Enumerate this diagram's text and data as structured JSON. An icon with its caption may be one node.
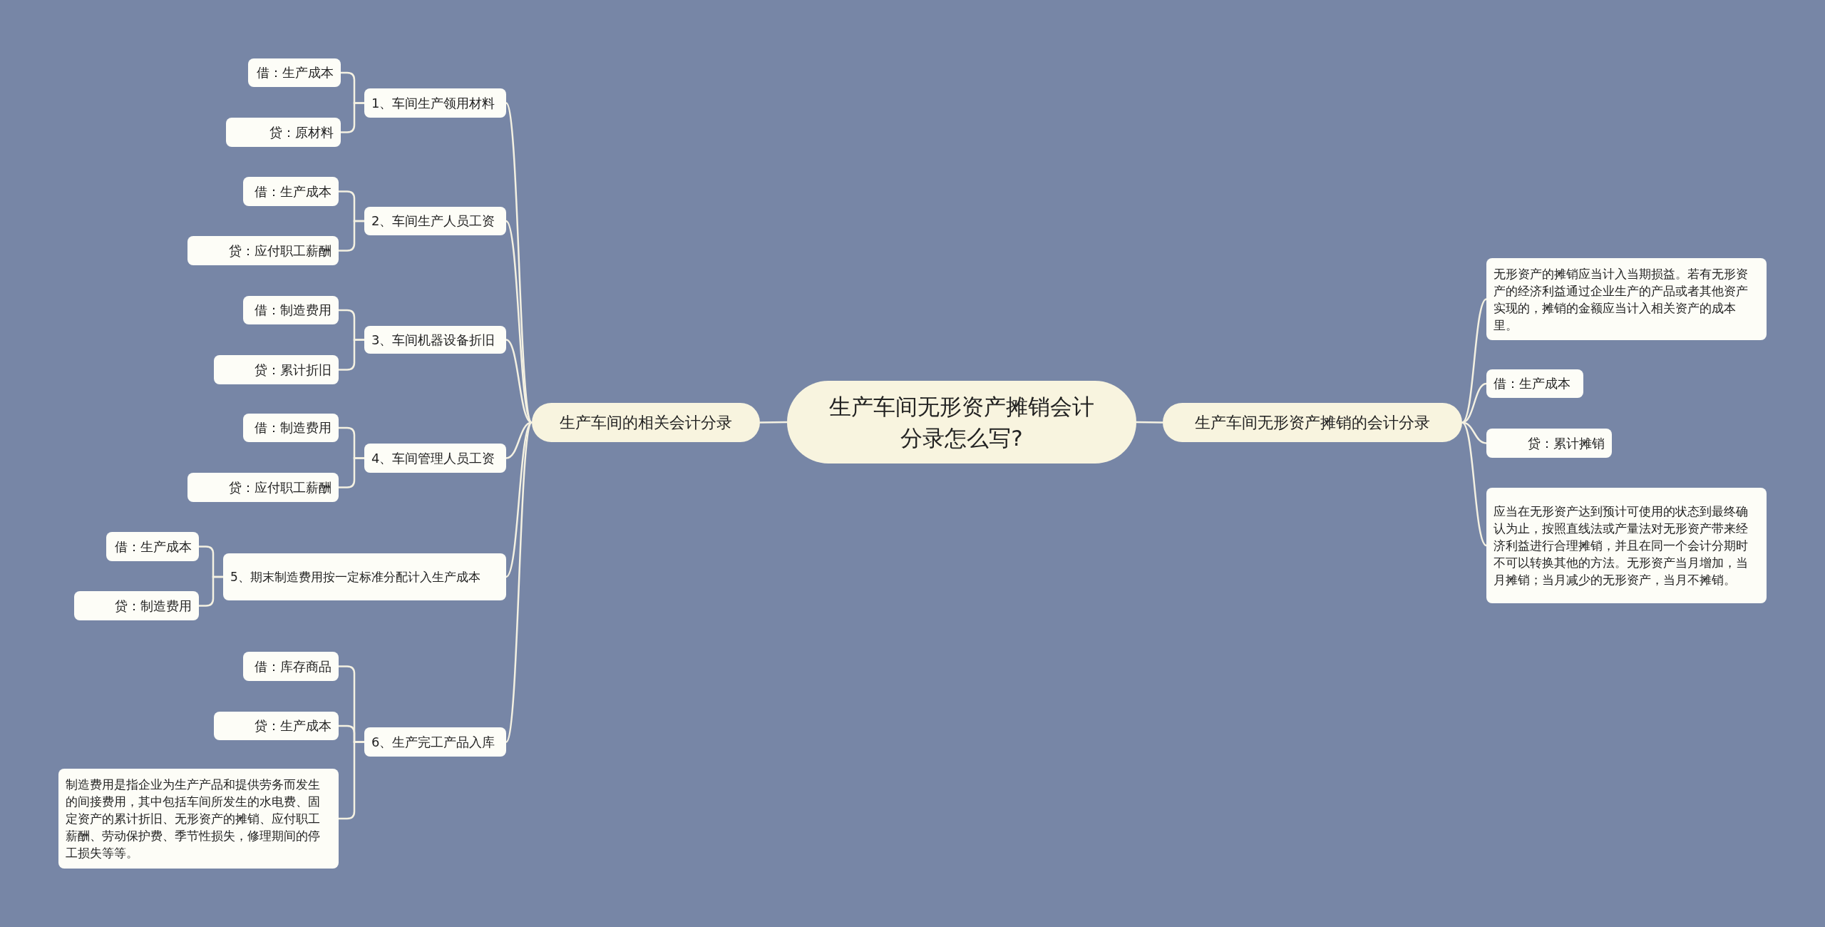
{
  "diagram": {
    "nodes": [
      {
        "text": [
          "生产车间无形资产摊销会计分录怎么写?"
        ]
      },
      {
        "text": [
          "生产车间的相关会计分录"
        ]
      },
      {
        "text": [
          "1、车间生产领用材料"
        ]
      },
      {
        "text": [
          "借：生产成本"
        ]
      },
      {
        "text": [
          "贷：原材料"
        ]
      },
      {
        "text": [
          "2、车间生产人员工资"
        ]
      },
      {
        "text": [
          "借：生产成本"
        ]
      },
      {
        "text": [
          "贷：应付职工薪酬"
        ]
      },
      {
        "text": [
          "3、车间机器设备折旧"
        ]
      },
      {
        "text": [
          "借：制造费用"
        ]
      },
      {
        "text": [
          "贷：累计折旧"
        ]
      },
      {
        "text": [
          "4、车间管理人员工资"
        ]
      },
      {
        "text": [
          "借：制造费用"
        ]
      },
      {
        "text": [
          "贷：应付职工薪酬"
        ]
      },
      {
        "text": [
          "5、期末制造费用按一定标准分配计入生产成本"
        ]
      },
      {
        "text": [
          "借：生产成本"
        ]
      },
      {
        "text": [
          "贷：制造费用"
        ]
      },
      {
        "text": [
          "6、生产完工产品入库"
        ]
      },
      {
        "text": [
          "借：库存商品"
        ]
      },
      {
        "text": [
          "贷：生产成本"
        ]
      },
      {
        "text": [
          "制造费用是指企业为生产产品和提供劳务而发生的间接费用，其中包括车间所发生的水电费、固定资产的累计折旧、无形资产的摊销、应付职工薪酬、劳动保护费、季节性损失，修理期间的停工损失等等。"
        ]
      },
      {
        "text": [
          "生产车间无形资产摊销的会计分录"
        ]
      },
      {
        "text": [
          "无形资产的摊销应当计入当期损益。若有无形资产的经济利益通过企业生产的产品或者其他资产实现的，摊销的金额应当计入相关资产的成本里。"
        ]
      },
      {
        "text": [
          "借：生产成本"
        ]
      },
      {
        "text": [
          "贷：累计摊销"
        ]
      },
      {
        "text": [
          "应当在无形资产达到预计可使用的状态到最终确认为止，按照直线法或产量法对无形资产带来经济利益进行合理摊销，并且在同一个会计分期时不可以转换其他的方法。无形资产当月增加，当月摊销；当月减少的无形资产，当月不摊销。"
        ]
      }
    ],
    "edges": [
      {
        "from": 0,
        "to": 1,
        "arrow": "none"
      },
      {
        "from": 1,
        "to": 2,
        "arrow": "none"
      },
      {
        "from": 2,
        "to": 3,
        "arrow": "none"
      },
      {
        "from": 2,
        "to": 4,
        "arrow": "none"
      },
      {
        "from": 1,
        "to": 5,
        "arrow": "none"
      },
      {
        "from": 5,
        "to": 6,
        "arrow": "none"
      },
      {
        "from": 5,
        "to": 7,
        "arrow": "none"
      },
      {
        "from": 1,
        "to": 8,
        "arrow": "none"
      },
      {
        "from": 8,
        "to": 9,
        "arrow": "none"
      },
      {
        "from": 8,
        "to": 10,
        "arrow": "none"
      },
      {
        "from": 1,
        "to": 11,
        "arrow": "none"
      },
      {
        "from": 11,
        "to": 12,
        "arrow": "none"
      },
      {
        "from": 11,
        "to": 13,
        "arrow": "none"
      },
      {
        "from": 1,
        "to": 14,
        "arrow": "none"
      },
      {
        "from": 14,
        "to": 15,
        "arrow": "none"
      },
      {
        "from": 14,
        "to": 16,
        "arrow": "none"
      },
      {
        "from": 1,
        "to": 17,
        "arrow": "none"
      },
      {
        "from": 17,
        "to": 18,
        "arrow": "none"
      },
      {
        "from": 17,
        "to": 19,
        "arrow": "none"
      },
      {
        "from": 17,
        "to": 20,
        "arrow": "none"
      },
      {
        "from": 0,
        "to": 21,
        "arrow": "none"
      },
      {
        "from": 21,
        "to": 22,
        "arrow": "none"
      },
      {
        "from": 21,
        "to": 23,
        "arrow": "none"
      },
      {
        "from": 21,
        "to": 24,
        "arrow": "none"
      },
      {
        "from": 21,
        "to": 25,
        "arrow": "none"
      }
    ]
  }
}
